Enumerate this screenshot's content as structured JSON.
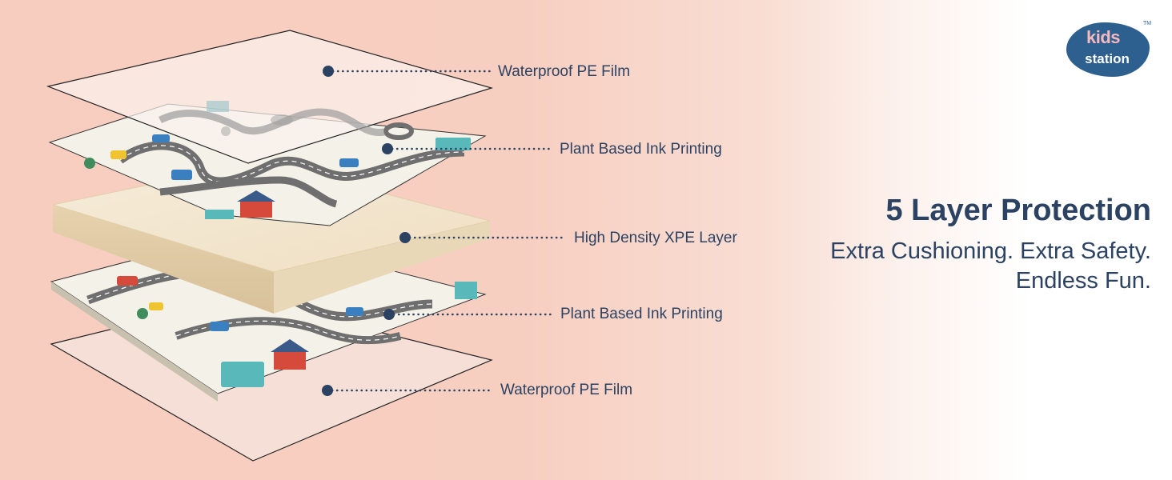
{
  "brand": {
    "logo_line1": "kids",
    "logo_line2": "station",
    "trademark": "TM"
  },
  "callouts": [
    "Waterproof PE Film",
    "Plant Based Ink Printing",
    "High Density XPE Layer",
    "Plant Based Ink Printing",
    "Waterproof PE Film"
  ],
  "headline": {
    "title": "5 Layer Protection",
    "tagline_line1": "Extra Cushioning. Extra Safety.",
    "tagline_line2": "Endless Fun."
  },
  "colors": {
    "navy": "#2c4262",
    "peach_background": "#f7cdbf",
    "logo_blue": "#2d5f8f",
    "logo_pink": "#f6b9c0",
    "foam": "#f0e2c8"
  }
}
